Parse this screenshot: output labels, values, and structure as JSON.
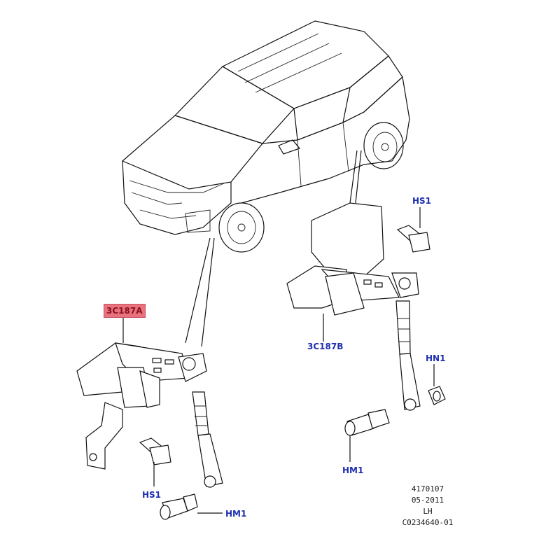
{
  "labels": {
    "sensor_front_left": "3C187A",
    "sensor_rear_left": "3C187B",
    "bolt_left": "HS1",
    "bolt_right": "HS1",
    "ball_left": "HM1",
    "ball_right": "HM1",
    "nut_right": "HN1"
  },
  "reference": {
    "number": "4170107",
    "date": "05-2011",
    "side": "LH",
    "code": "C0234640-01"
  },
  "colors": {
    "highlight": "#e8737f",
    "callout_text": "#1f2fb0",
    "line": "#111111"
  }
}
